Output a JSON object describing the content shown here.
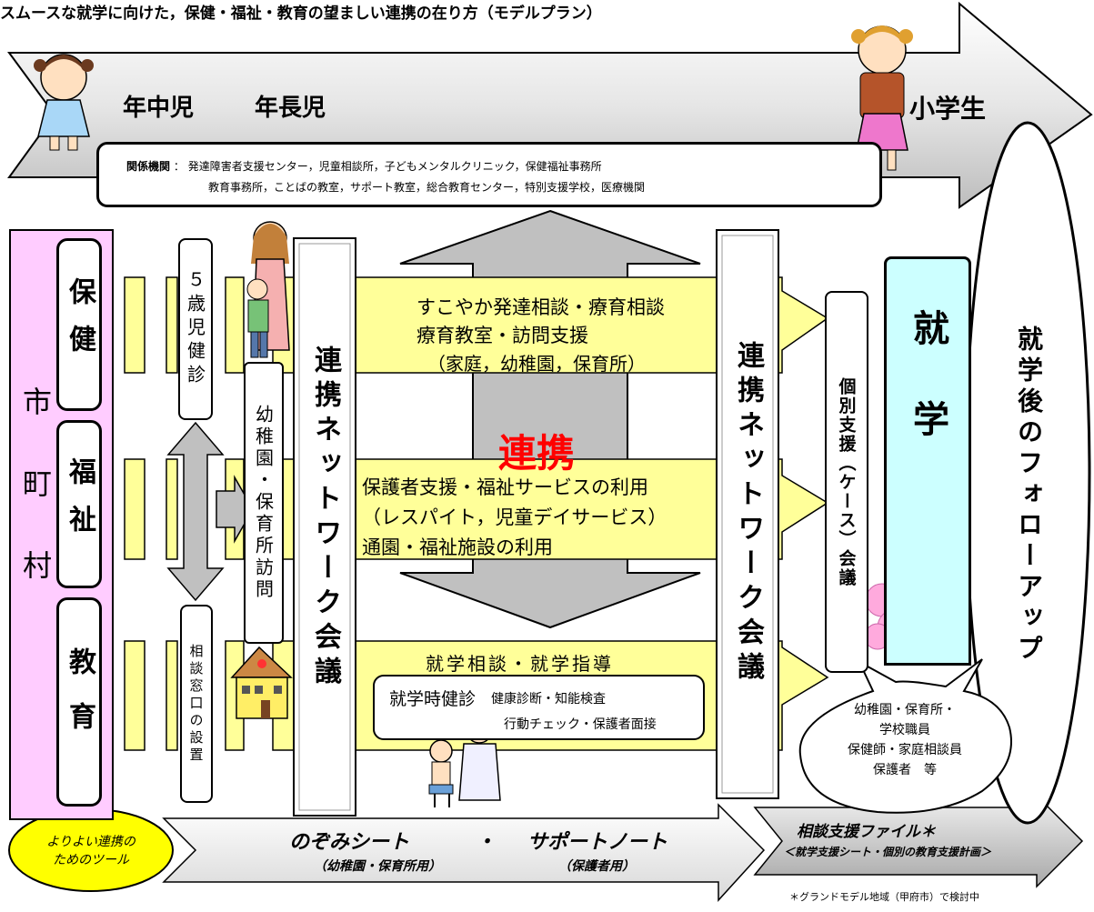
{
  "title": "スムースな就学に向けた，保健・福祉・教育の望ましい連携の在り方（モデルプラン）",
  "timeline": {
    "stage1": "年中児",
    "stage2": "年長児",
    "stage3": "小学生"
  },
  "related_orgs": {
    "label": "関係機関",
    "sep": "：",
    "line1": "発達障害者支援センター，児童相談所，子どもメンタルクリニック，保健福祉事務所",
    "line2": "教育事務所，ことばの教室，サポート教室，総合教育センター，特別支援学校，医療機関"
  },
  "municipality": "市町村",
  "departments": {
    "health": "保健",
    "welfare": "福祉",
    "education": "教育"
  },
  "checkup_5yo": "５歳児健診",
  "consult_window": "相談窓口の設置",
  "visit_kindergarten": "幼稚園・保育所訪問",
  "network_meeting_left": "連携ネットワーク会議",
  "network_meeting_right": "連携ネットワーク会議",
  "cooperation": "連携",
  "band_health": {
    "line1": "すこやか発達相談・療育相談",
    "line2": "療育教室・訪問支援",
    "line3": "（家庭，幼稚園，保育所）"
  },
  "band_welfare": {
    "line1": "保護者支援・福祉サービスの利用",
    "line2": "（レスパイト，児童デイサービス）",
    "line3": "通園・福祉施設の利用"
  },
  "band_education": {
    "heading": "就学相談・就学指導",
    "checkup": "就学時健診",
    "detail1": "健康診断・知能検査",
    "detail2": "行動チェック・保護者面接"
  },
  "case_meeting": "個別支援（ケース）会議",
  "enrollment": "就学",
  "followup": "就学後のフォローアップ",
  "members": {
    "line1": "幼稚園・保育所・",
    "line2": "学校職員",
    "line3": "保健師・家庭相談員",
    "line4": "保護者　等"
  },
  "tools": {
    "badge_line1": "よりよい連携の",
    "badge_line2": "ためのツール",
    "nozomi": "のぞみシート",
    "nozomi_sub": "（幼稚園・保育所用）",
    "dot": "・",
    "support": "サポートノート",
    "support_sub": "（保護者用）",
    "file_title": "相談支援ファイル＊",
    "file_sub": "＜就学支援シート・個別の教育支援計画＞"
  },
  "footnote": "＊グランドモデル地域（甲府市）で検討中",
  "colors": {
    "yellow": "#ffff99",
    "pink": "#ffccff",
    "cyan": "#ccffff",
    "gray": "#c0c0c0",
    "red": "#ff0000",
    "badge": "#ffff00"
  }
}
